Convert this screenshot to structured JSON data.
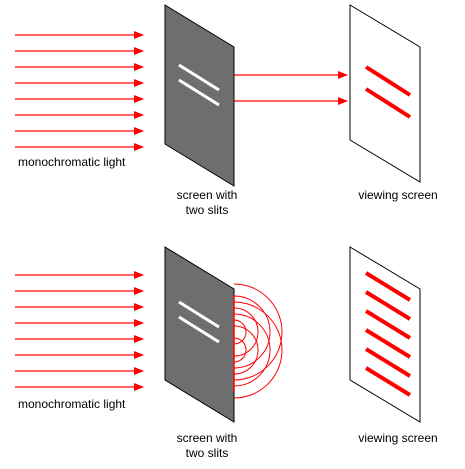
{
  "colors": {
    "ray": "#ff0000",
    "slit_screen_fill": "#6e6e6e",
    "slit": "#ffffff",
    "viewing_screen_fill": "#ffffff",
    "outline": "#000000",
    "fringe": "#ff0000"
  },
  "top_panel": {
    "light_label": "monochromatic light",
    "slit_screen_label": [
      "screen with",
      "two slits"
    ],
    "viewing_screen_label": "viewing screen",
    "fringe_count": 2
  },
  "bottom_panel": {
    "light_label": "monochromatic light",
    "slit_screen_label": [
      "screen with",
      "two slits"
    ],
    "viewing_screen_label": "viewing screen",
    "fringe_count": 6
  }
}
